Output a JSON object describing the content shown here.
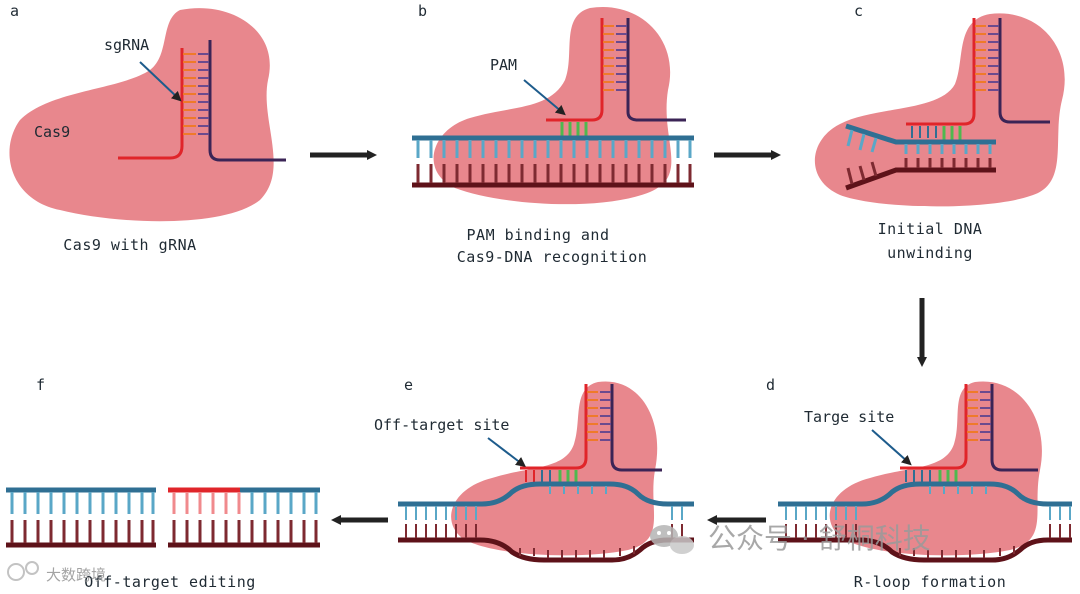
{
  "colors": {
    "cas9": "#e8878d",
    "cas9_edge": "#ee9aa0",
    "dna_blue": "#2f6f93",
    "dna_rung_blue": "#5aa7c7",
    "dna_dark": "#5e1219",
    "dna_rung_dark": "#7e2a31",
    "rna_red": "#e0252a",
    "rna_orange": "#ef7a2a",
    "rna_purple": "#3b2456",
    "rna_rung_purple": "#6b4a8e",
    "pam_green": "#4fb84f",
    "arrow": "#222222",
    "pointer": "#1e5c8c"
  },
  "panels": {
    "a": {
      "letter": "a",
      "label": "sgRNA",
      "protein_label": "Cas9",
      "caption": "Cas9 with gRNA"
    },
    "b": {
      "letter": "b",
      "label": "PAM",
      "caption_line1": "PAM binding and",
      "caption_line2": "Cas9-DNA recognition"
    },
    "c": {
      "letter": "c",
      "caption_line1": "Initial DNA",
      "caption_line2": "unwinding"
    },
    "d": {
      "letter": "d",
      "label": "Targe site",
      "caption": "R-loop formation"
    },
    "e": {
      "letter": "e",
      "label": "Off-target site"
    },
    "f": {
      "letter": "f",
      "caption": "Off-target editing"
    }
  },
  "watermark": {
    "main": "公众号 · 舒桐科技",
    "corner": "大数跨境"
  }
}
